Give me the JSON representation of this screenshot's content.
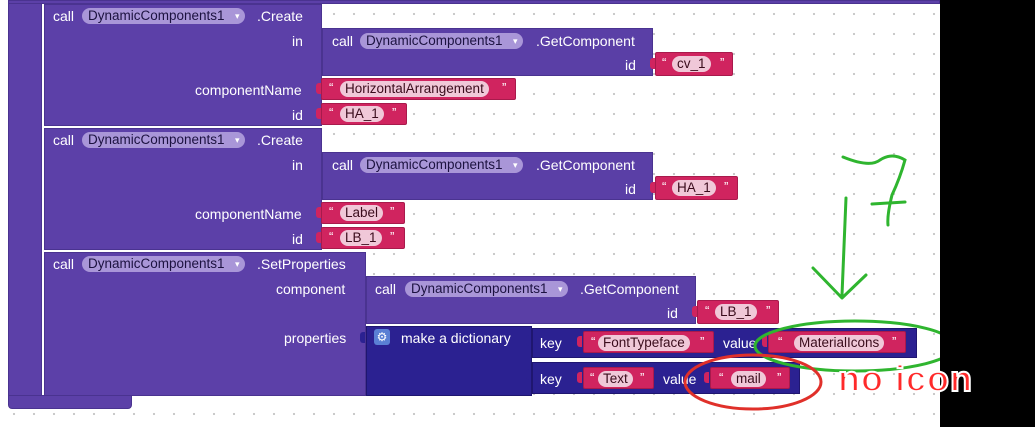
{
  "blocks": {
    "create1": {
      "call": "call",
      "component": "DynamicComponents1",
      "method": ".Create",
      "in": "in",
      "inner_call": "call",
      "inner_component": "DynamicComponents1",
      "inner_method": ".GetComponent",
      "inner_id_label": "id",
      "inner_id_value": "cv_1",
      "componentName_label": "componentName",
      "componentName_value": "HorizontalArrangement",
      "id_label": "id",
      "id_value": "HA_1"
    },
    "create2": {
      "call": "call",
      "component": "DynamicComponents1",
      "method": ".Create",
      "in": "in",
      "inner_call": "call",
      "inner_component": "DynamicComponents1",
      "inner_method": ".GetComponent",
      "inner_id_label": "id",
      "inner_id_value": "HA_1",
      "componentName_label": "componentName",
      "componentName_value": "Label",
      "id_label": "id",
      "id_value": "LB_1"
    },
    "setprops": {
      "call": "call",
      "component": "DynamicComponents1",
      "method": ".SetProperties",
      "component_label": "component",
      "inner_call": "call",
      "inner_component": "DynamicComponents1",
      "inner_method": ".GetComponent",
      "inner_id_label": "id",
      "inner_id_value": "LB_1",
      "properties_label": "properties",
      "dict_label": "make a dictionary",
      "pairs": [
        {
          "key_label": "key",
          "key": "FontTypeface",
          "value_label": "value",
          "value": "MaterialIcons"
        },
        {
          "key_label": "key",
          "key": "Text",
          "value_label": "value",
          "value": "mail"
        }
      ]
    }
  },
  "quote_open": "“",
  "quote_close": "”",
  "dropdown_arrow": "▾",
  "annotation": {
    "text": "no icon",
    "color": "#ff2a2a",
    "circle_red": "#e0302a",
    "circle_green": "#2fb52f"
  }
}
